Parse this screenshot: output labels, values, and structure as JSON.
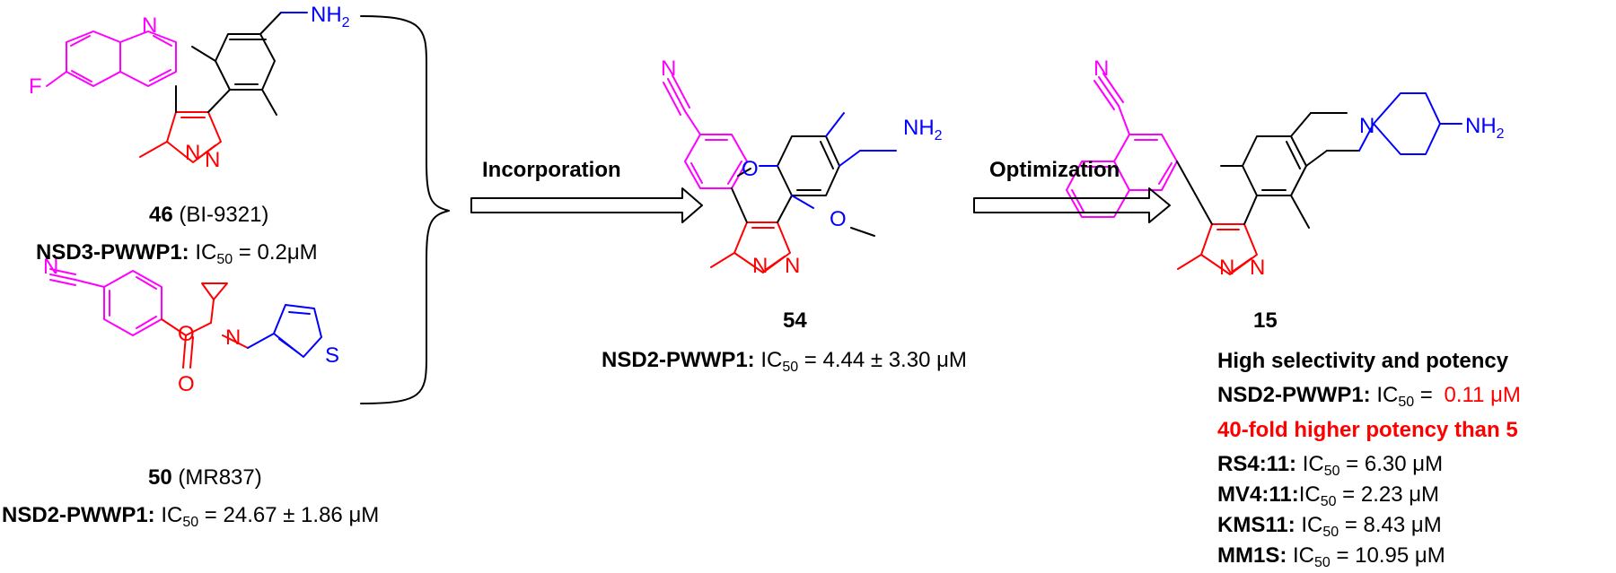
{
  "colors": {
    "magenta": "#ff00ff",
    "red": "#ff0000",
    "blue": "#0000ff",
    "black": "#000000"
  },
  "atoms": {
    "N": "N",
    "F": "F",
    "S": "S",
    "O": "O",
    "NH2_base": "NH",
    "NH2_sub": "2"
  },
  "arrows": {
    "incorporation": "Incorporation",
    "optimization": "Optimization"
  },
  "compound46": {
    "number": "46",
    "alias": "(BI-9321)",
    "assay": {
      "target": "NSD3-PWWP1:",
      "ic_label": "IC",
      "ic_sub": "50",
      "value": " = 0.2μM"
    }
  },
  "compound50": {
    "number": "50",
    "alias": "(MR837)",
    "assay": {
      "target": "NSD2-PWWP1:",
      "ic_label": "IC",
      "ic_sub": "50",
      "value": " =  24.67 ± 1.86 μM"
    }
  },
  "compound54": {
    "number": "54",
    "assay": {
      "target": "NSD2-PWWP1:",
      "ic_label": "IC",
      "ic_sub": "50",
      "value": " =  4.44 ± 3.30 μM"
    }
  },
  "compound15": {
    "number": "15",
    "headline": "High selectivity and potency",
    "assay": {
      "target": "NSD2-PWWP1:",
      "ic_label": "IC",
      "ic_sub": "50",
      "eq": " = ",
      "value": "0.11  μM"
    },
    "highlight": "40-fold higher potency than 5",
    "cells": [
      {
        "name": "RS4:11:",
        "ic_label": "IC",
        "ic_sub": "50",
        "value": " = 6.30 μM"
      },
      {
        "name": "MV4:11:",
        "ic_label": "IC",
        "ic_sub": "50",
        "value": " = 2.23 μM"
      },
      {
        "name": "KMS11:",
        "ic_label": "IC",
        "ic_sub": "50",
        "value": " = 8.43 μM"
      },
      {
        "name": "MM1S:",
        "ic_label": "IC",
        "ic_sub": "50",
        "value": " = 10.95 μM"
      }
    ]
  }
}
